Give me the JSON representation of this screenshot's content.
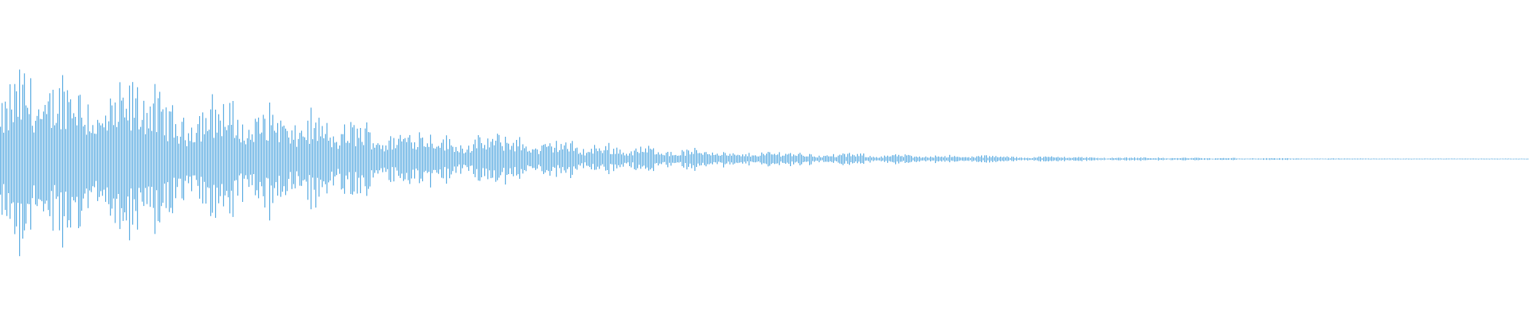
{
  "chart_data": {
    "type": "waveform",
    "title": "",
    "xlabel": "",
    "ylabel": "",
    "color": "#5DADE2",
    "background": "#ffffff",
    "grid": false,
    "amplitude_range": [
      -1,
      1
    ],
    "envelope": [
      0.85,
      0.95,
      0.88,
      0.78,
      0.72,
      0.66,
      0.6,
      0.55,
      0.46,
      0.4,
      0.35,
      0.3,
      0.28,
      0.25,
      0.22,
      0.18,
      0.15,
      0.13,
      0.11,
      0.09,
      0.08,
      0.07,
      0.06,
      0.05,
      0.045,
      0.04,
      0.035,
      0.03,
      0.025,
      0.02,
      0.018,
      0.015,
      0.012,
      0.01,
      0.008,
      0.006,
      0.005,
      0.004,
      0.003,
      0.002,
      0.0
    ]
  }
}
